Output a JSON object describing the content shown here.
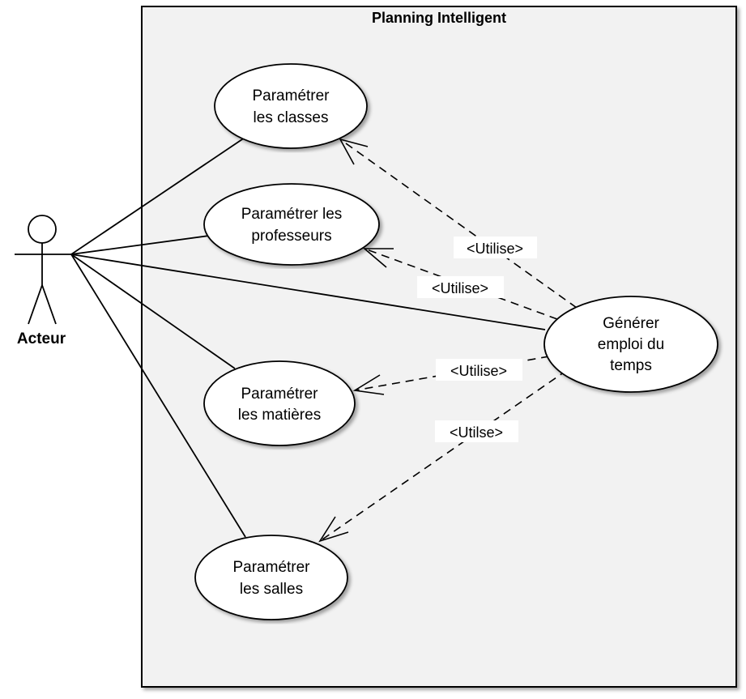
{
  "system": {
    "title": "Planning Intelligent",
    "background": "#f2f2f2",
    "border": "#000000"
  },
  "actor": {
    "label": "Acteur"
  },
  "use_cases": {
    "classes": {
      "line1": "Paramétrer",
      "line2": "les classes"
    },
    "professeurs": {
      "line1": "Paramétrer les",
      "line2": "professeurs"
    },
    "matieres": {
      "line1": "Paramétrer",
      "line2": "les matières"
    },
    "salles": {
      "line1": "Paramétrer",
      "line2": "les salles"
    },
    "generer": {
      "line1": "Générer",
      "line2": "emploi du",
      "line3": "temps"
    }
  },
  "relations": {
    "r1": "<Utilise>",
    "r2": "<Utilise>",
    "r3": "<Utilise>",
    "r4": "<Utilse>"
  }
}
